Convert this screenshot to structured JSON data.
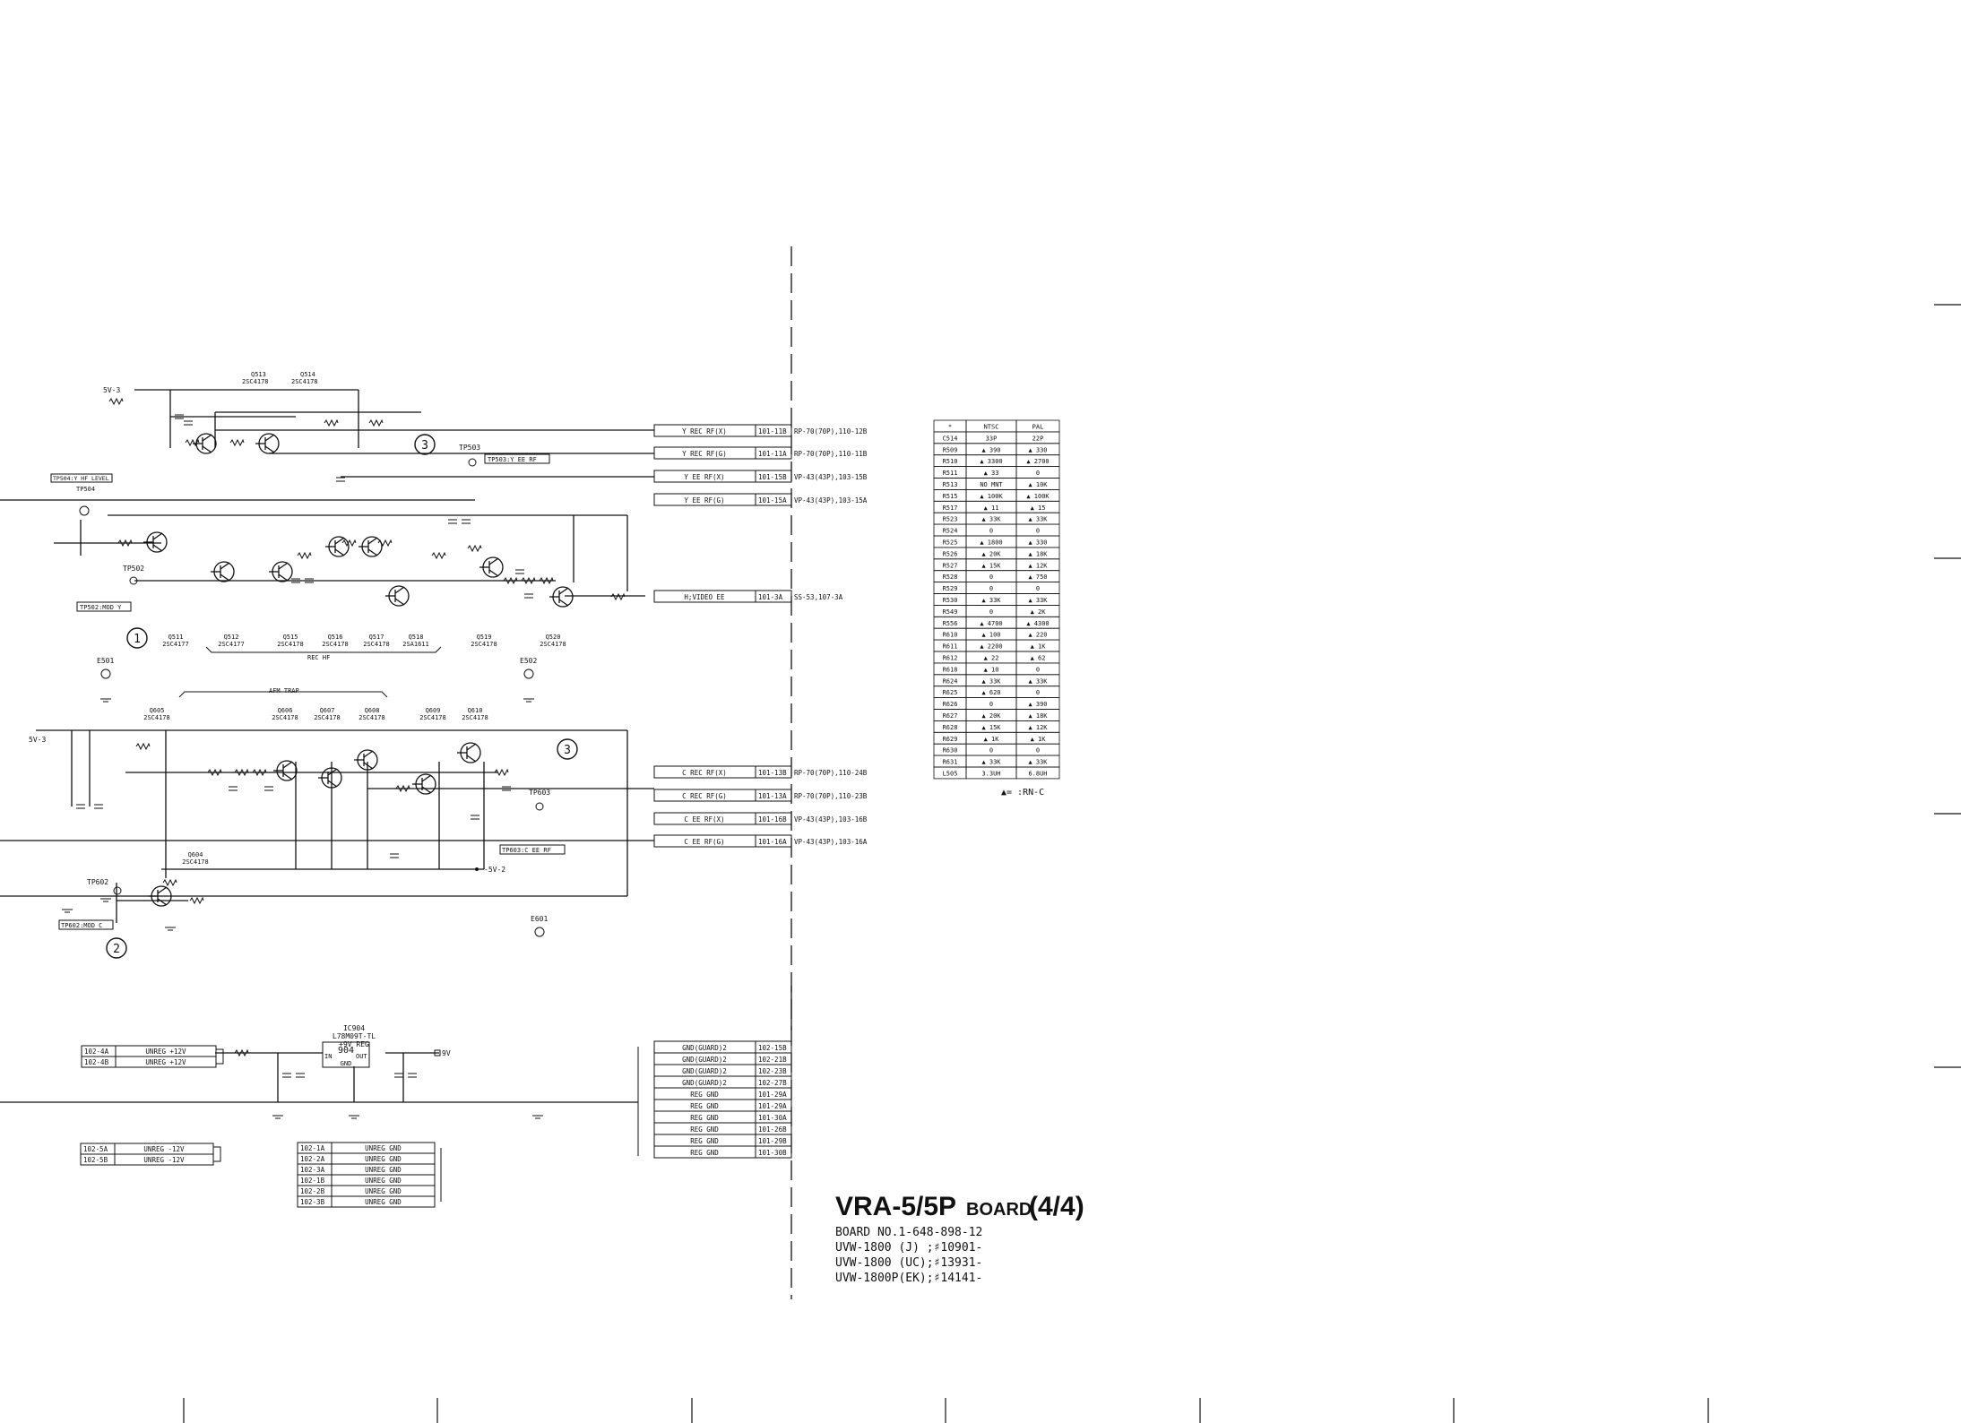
{
  "header_labels": {
    "q513": [
      "Q513",
      "2SC4178"
    ],
    "q514": [
      "Q514",
      "2SC4178"
    ],
    "v5_top": "5V-3",
    "tp504": "TP504:Y HF LEVEL",
    "tp504b": "TP504",
    "tp503": "TP503",
    "tp503box": "TP503:Y EE RF",
    "tp502": "TP502",
    "tp502box": "TP502:MOD Y",
    "e501": "E501",
    "e502": "E502",
    "rec_hf": "REC HF",
    "afm_trap": "AFM TRAP",
    "v5_mid": "5V-3",
    "tp603": "TP603",
    "tp603box": "TP603:C EE RF",
    "tp602": "TP602",
    "tp602box": "TP602:MOD C",
    "e601": "E601",
    "neg5v": "-5V-2",
    "nine_v": "9V"
  },
  "circle_marks": [
    "1",
    "2",
    "3",
    "3"
  ],
  "upper_row": [
    [
      "Q511",
      "2SC4177"
    ],
    [
      "Q512",
      "2SC4177"
    ],
    [
      "Q515",
      "2SC4178"
    ],
    [
      "Q516",
      "2SC4178"
    ],
    [
      "Q517",
      "2SC4178"
    ],
    [
      "Q518",
      "2SA1611"
    ],
    [
      "Q519",
      "2SC4178"
    ],
    [
      "Q520",
      "2SC4178"
    ]
  ],
  "lower_row": [
    [
      "Q605",
      "2SC4178"
    ],
    [
      "Q606",
      "2SC4178"
    ],
    [
      "Q607",
      "2SC4178"
    ],
    [
      "Q608",
      "2SC4178"
    ],
    [
      "Q609",
      "2SC4178"
    ],
    [
      "Q610",
      "2SC4178"
    ],
    [
      "Q604",
      "2SC4178"
    ]
  ],
  "signals_y": [
    {
      "name": "Y REC RF(X)",
      "pin": "101-11B",
      "dest": "RP-70(70P),110-12B"
    },
    {
      "name": "Y REC RF(G)",
      "pin": "101-11A",
      "dest": "RP-70(70P),110-11B"
    },
    {
      "name": "Y EE RF(X)",
      "pin": "101-15B",
      "dest": "VP-43(43P),103-15B"
    },
    {
      "name": "Y EE RF(G)",
      "pin": "101-15A",
      "dest": "VP-43(43P),103-15A"
    }
  ],
  "signal_video": {
    "name": "H;VIDEO EE",
    "pin": "101-3A",
    "dest": "SS-53,107-3A"
  },
  "signals_c": [
    {
      "name": "C REC RF(X)",
      "pin": "101-13B",
      "dest": "RP-70(70P),110-24B"
    },
    {
      "name": "C REC RF(G)",
      "pin": "101-13A",
      "dest": "RP-70(70P),110-23B"
    },
    {
      "name": "C EE RF(X)",
      "pin": "101-16B",
      "dest": "VP-43(43P),103-16B"
    },
    {
      "name": "C EE RF(G)",
      "pin": "101-16A",
      "dest": "VP-43(43P),103-16A"
    }
  ],
  "reg": {
    "ic": "IC904",
    "part": "L78M09T-TL",
    "desc": "+9V REG",
    "num": "904",
    "in": "IN",
    "out": "OUT",
    "gnd": "GND"
  },
  "power_plus": [
    {
      "pin": "102-4A",
      "name": "UNREG +12V"
    },
    {
      "pin": "102-4B",
      "name": "UNREG +12V"
    }
  ],
  "power_minus": [
    {
      "pin": "102-5A",
      "name": "UNREG -12V"
    },
    {
      "pin": "102-5B",
      "name": "UNREG -12V"
    }
  ],
  "unreg_gnd": [
    {
      "pin": "102-1A",
      "name": "UNREG GND"
    },
    {
      "pin": "102-2A",
      "name": "UNREG GND"
    },
    {
      "pin": "102-3A",
      "name": "UNREG GND"
    },
    {
      "pin": "102-1B",
      "name": "UNREG GND"
    },
    {
      "pin": "102-2B",
      "name": "UNREG GND"
    },
    {
      "pin": "102-3B",
      "name": "UNREG GND"
    }
  ],
  "gnd_group": [
    {
      "name": "GND(GUARD)2",
      "pin": "102-15B"
    },
    {
      "name": "GND(GUARD)2",
      "pin": "102-21B"
    },
    {
      "name": "GND(GUARD)2",
      "pin": "102-23B"
    },
    {
      "name": "GND(GUARD)2",
      "pin": "102-27B"
    },
    {
      "name": "REG GND",
      "pin": "101-29A"
    },
    {
      "name": "REG GND",
      "pin": "101-29A"
    },
    {
      "name": "REG GND",
      "pin": "101-30A"
    },
    {
      "name": "REG GND",
      "pin": "101-26B"
    },
    {
      "name": "REG GND",
      "pin": "101-29B"
    },
    {
      "name": "REG GND",
      "pin": "101-30B"
    }
  ],
  "parts_table": {
    "headers": [
      "*",
      "NTSC",
      "PAL"
    ],
    "rows": [
      [
        "C514",
        "33P",
        "22P"
      ],
      [
        "R509",
        "▲ 390",
        "▲ 330"
      ],
      [
        "R510",
        "▲ 3300",
        "▲ 2700"
      ],
      [
        "R511",
        "▲ 33",
        "0"
      ],
      [
        "R513",
        "NO MNT",
        "▲ 10K"
      ],
      [
        "R515",
        "▲ 100K",
        "▲ 100K"
      ],
      [
        "R517",
        "▲ 11",
        "▲ 15"
      ],
      [
        "R523",
        "▲ 33K",
        "▲ 33K"
      ],
      [
        "R524",
        "0",
        "0"
      ],
      [
        "R525",
        "▲ 1800",
        "▲ 330"
      ],
      [
        "R526",
        "▲ 20K",
        "▲ 18K"
      ],
      [
        "R527",
        "▲ 15K",
        "▲ 12K"
      ],
      [
        "R528",
        "0",
        "▲ 750"
      ],
      [
        "R529",
        "0",
        "0"
      ],
      [
        "R530",
        "▲ 33K",
        "▲ 33K"
      ],
      [
        "R549",
        "0",
        "▲ 2K"
      ],
      [
        "R556",
        "▲ 4700",
        "▲ 4300"
      ],
      [
        "R610",
        "▲ 100",
        "▲ 220"
      ],
      [
        "R611",
        "▲ 2200",
        "▲ 1K"
      ],
      [
        "R612",
        "▲ 22",
        "▲ 62"
      ],
      [
        "R618",
        "▲ 10",
        "0"
      ],
      [
        "R624",
        "▲ 33K",
        "▲ 33K"
      ],
      [
        "R625",
        "▲ 620",
        "0"
      ],
      [
        "R626",
        "0",
        "▲ 390"
      ],
      [
        "R627",
        "▲ 20K",
        "▲ 18K"
      ],
      [
        "R628",
        "▲ 15K",
        "▲ 12K"
      ],
      [
        "R629",
        "▲ 1K",
        "▲ 1K"
      ],
      [
        "R630",
        "0",
        "0"
      ],
      [
        "R631",
        "▲ 33K",
        "▲ 33K"
      ],
      [
        "L505",
        "3.3UH",
        "6.8UH"
      ]
    ],
    "legend": "▲= :RN-C"
  },
  "title_block": {
    "title_main": "VRA-5/5P",
    "title_board": "BOARD",
    "title_page": "(4/4)",
    "board_no": "BOARD NO.1-648-898-12",
    "serial_1": "UVW-1800 (J) ;♯10901-",
    "serial_2": "UVW-1800 (UC);♯13931-",
    "serial_3": "UVW-1800P(EK);♯14141-"
  }
}
